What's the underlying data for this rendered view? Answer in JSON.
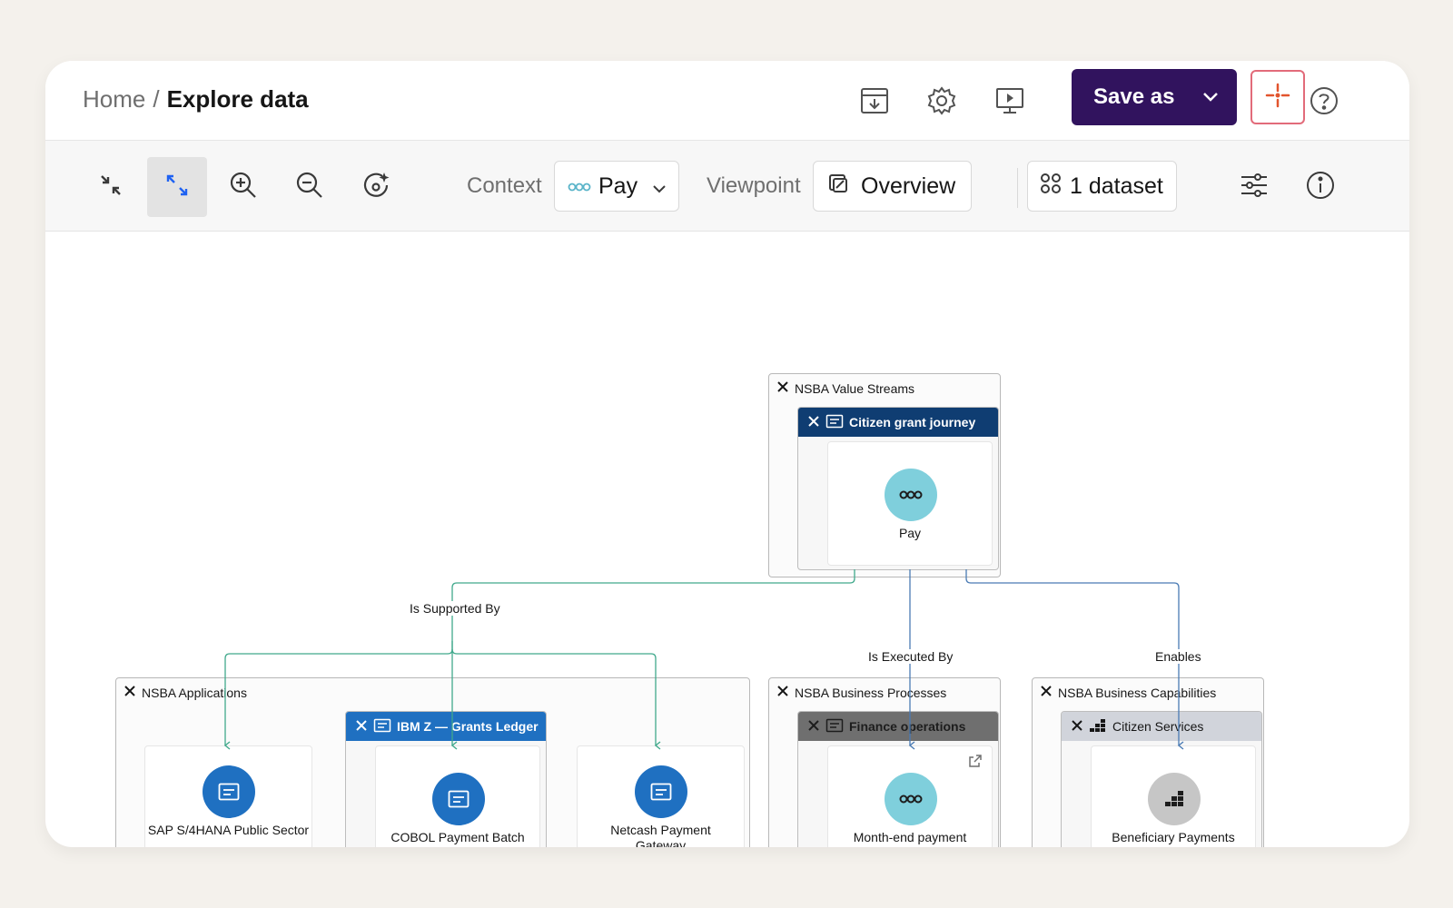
{
  "header": {
    "breadcrumb_home": "Home",
    "breadcrumb_sep": "/",
    "breadcrumb_current": "Explore data",
    "save_label": "Save as",
    "icons": [
      "download-icon",
      "gear-icon",
      "present-icon",
      "chevron-down-icon",
      "ai-assistant-icon",
      "help-icon"
    ]
  },
  "toolbar": {
    "context_label": "Context",
    "context_value": "Pay",
    "viewpoint_label": "Viewpoint",
    "viewpoint_value": "Overview",
    "dataset_value": "1 dataset",
    "icons": [
      "collapse-icon",
      "expand-icon",
      "zoom-in-icon",
      "zoom-out-icon",
      "fit-icon",
      "filter-icon",
      "info-icon"
    ]
  },
  "colors": {
    "brand_purple": "#31135e",
    "blue_primary": "#1f70c1",
    "navy": "#0f3d72",
    "teal_node": "#7fcfdc",
    "gray_header": "#6f6f6f",
    "light_gray_header": "#d1d4db",
    "edge_green": "#41a98c",
    "edge_blue": "#4a7bb4"
  },
  "diagram": {
    "value_streams": {
      "title": "NSBA Value Streams",
      "sub_title": "Citizen grant journey",
      "node_label": "Pay"
    },
    "applications": {
      "title": "NSBA Applications",
      "sub_title": "IBM Z — Grants Ledger",
      "nodes": [
        {
          "label": "SAP S/4HANA Public Sector"
        },
        {
          "label": "COBOL Payment Batch"
        },
        {
          "label": "Netcash Payment Gateway"
        }
      ]
    },
    "processes": {
      "title": "NSBA Business Processes",
      "sub_title": "Finance operations",
      "node_label": "Month-end payment"
    },
    "capabilities": {
      "title": "NSBA Business Capabilities",
      "sub_title": "Citizen Services",
      "node_label": "Beneficiary Payments"
    },
    "edge_labels": {
      "supported": "Is Supported By",
      "executed": "Is Executed By",
      "enables": "Enables"
    }
  }
}
